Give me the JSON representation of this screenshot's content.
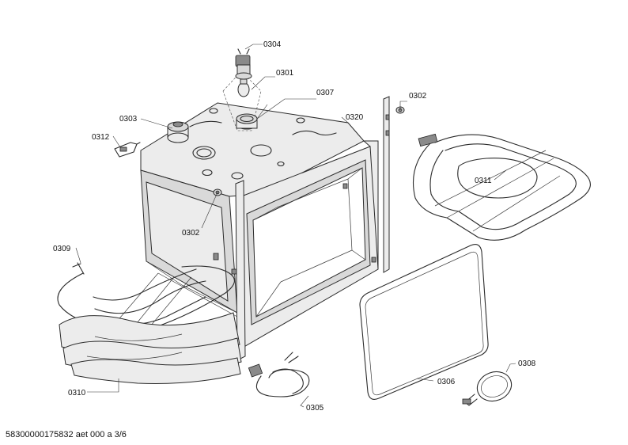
{
  "labels": {
    "p0301": "0301",
    "p0302a": "0302",
    "p0302b": "0302",
    "p0303": "0303",
    "p0304": "0304",
    "p0305": "0305",
    "p0306": "0306",
    "p0307": "0307",
    "p0308": "0308",
    "p0309": "0309",
    "p0310": "0310",
    "p0311": "0311",
    "p0312": "0312",
    "p0320": "0320"
  },
  "footer": "58300000175832 aet 000 a 3/6"
}
